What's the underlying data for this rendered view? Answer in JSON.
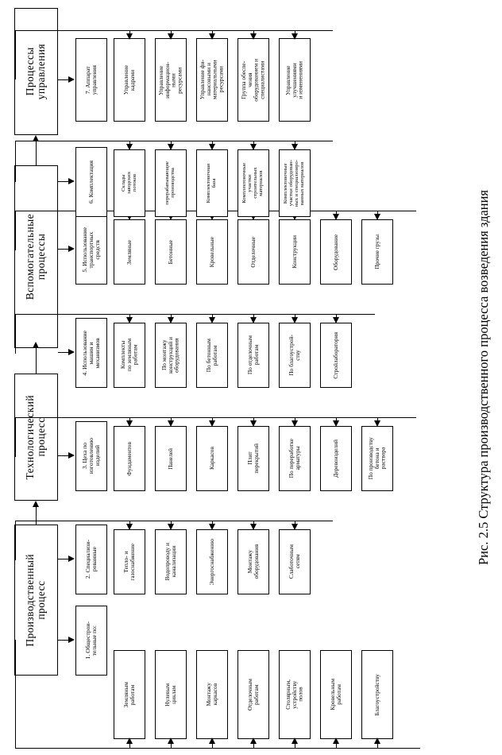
{
  "figure": {
    "caption": "Рис. 2.5 Структура производственного процесса возведения здания",
    "orientation": "rotated-90-ccw",
    "language": "ru"
  },
  "groups": [
    {
      "id": "g-proizvodstvennyj",
      "label": "Производственный\nпроцесс"
    },
    {
      "id": "g-tehnologicheskij",
      "label": "Технологический\nпроцесс"
    },
    {
      "id": "g-vspomogatelnye",
      "label": "Вспомогательные\nпроцессы"
    },
    {
      "id": "g-upravleniya",
      "label": "Процессы\nуправления"
    }
  ],
  "columns": [
    {
      "id": "col-1",
      "head": "1. Общестрои-\nтельные по:",
      "items": [
        "Земляным\nработам",
        "Нулевым\nциклам",
        "Монтажу\nкаркасов",
        "Отделочным\nработам",
        "Столярным,\nустройству\nполов",
        "Кровельным\nработам",
        "Благоустройству"
      ]
    },
    {
      "id": "col-2",
      "head": "2. Специализи-\nрованные",
      "items": [
        "Тепло- и\nгазоснабжение",
        "Водопроводу и\nканализации",
        "Энергоснабжению",
        "Монтажу\nоборудования",
        "Слаботочным\nсетям"
      ]
    },
    {
      "id": "col-3",
      "head": "3. Цеха по\nизготовлению\nизделий",
      "items": [
        "Фундаментов",
        "Панелей",
        "Каркасов",
        "Плит\nперекрытий",
        "По переработке\nарматуры",
        "Деревоизделий",
        "По производству\nбетона и\nраствора"
      ]
    },
    {
      "id": "col-4",
      "head": "4. Использование\nмашин и\nмеханизмов",
      "items": [
        "Комплекты\nпо земляным\nработам",
        "По монтажу\nконструкций и\nоборудования",
        "По бетонным\nработам",
        "По отделочным\nработам",
        "По благоустрой-\nству",
        "Стройлаборатория"
      ]
    },
    {
      "id": "col-5",
      "head": "5. Использование\nтранспортных\nсредств",
      "items": [
        "Земляные",
        "Бетонные",
        "Кровельные",
        "Отделочные",
        "Конструкции",
        "Оборудование",
        "Прочие грузы"
      ]
    },
    {
      "id": "col-6",
      "head": "6. Комплектация",
      "items": [
        "Склады\nзаводских\nпотоков",
        "перерабатывающие\nпроизводства",
        "Комплектовочная\nбаза",
        "Комплектовочные\nучастки\nстроительных\nматериалов",
        "Комплектовочные\nучастки оборудован-\nных и специализиро-\nванных материалов"
      ]
    },
    {
      "id": "col-7",
      "head": "7. Аппарат\nуправления",
      "items": [
        "Управление\nкадрами",
        "Управление\nинформацион-\nными\nресурсами",
        "Управление фи-\nнансовыми и\nматериальными\nресурсами",
        "Группа обеспе-\nчения\nоборудованием и\nспециалистами",
        "Управление\nулучшениями\nи изменениями"
      ]
    }
  ]
}
